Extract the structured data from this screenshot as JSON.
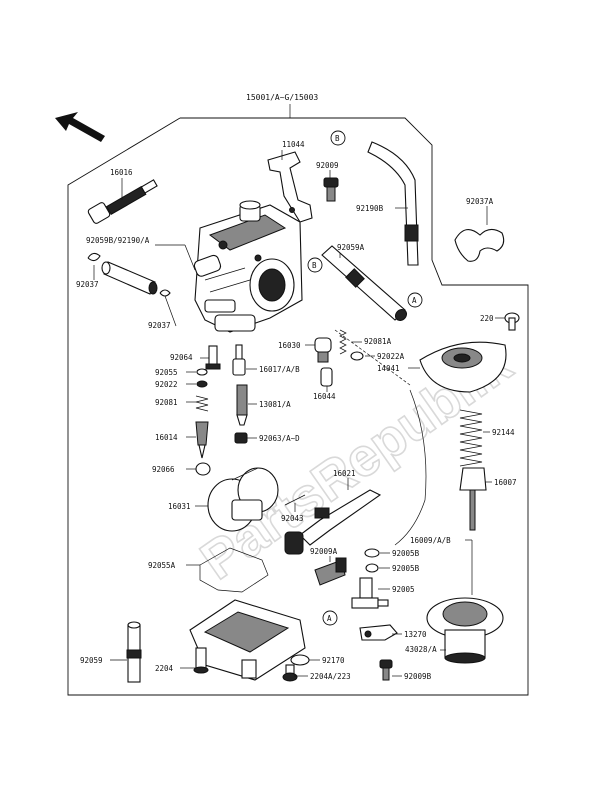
{
  "title_ref": "15001/A~G/15003",
  "watermark": "PartsRepublik",
  "ref_markers": [
    "B",
    "B",
    "A",
    "A"
  ],
  "labels": {
    "l11044": "11044",
    "l16016": "16016",
    "l92009": "92009",
    "l92190B": "92190B",
    "l92037A": "92037A",
    "l92059B": "92059B/92190/A",
    "l92037a": "92037",
    "l92059A": "92059A",
    "l220": "220",
    "l92037b": "92037",
    "l92081A": "92081A",
    "l16030": "16030",
    "l92022A": "92022A",
    "l92064": "92064",
    "l16017": "16017/A/B",
    "l14041": "14041",
    "l16044": "16044",
    "l92055": "92055",
    "l92022": "92022",
    "l92081": "92081",
    "l13081": "13081/A",
    "l92144": "92144",
    "l16014": "16014",
    "l92063": "92063/A~D",
    "l92066": "92066",
    "l16007": "16007",
    "l16021": "16021",
    "l16031": "16031",
    "l92043": "92043",
    "l16009": "16009/A/B",
    "l92009A": "92009A",
    "l92005B1": "92005B",
    "l92055A": "92055A",
    "l92005B2": "92005B",
    "l92005": "92005",
    "l13270": "13270",
    "l43028": "43028/A",
    "l92059": "92059",
    "l2204": "2204",
    "l92170": "92170",
    "l92009B": "92009B",
    "l2204A": "2204A/223"
  }
}
